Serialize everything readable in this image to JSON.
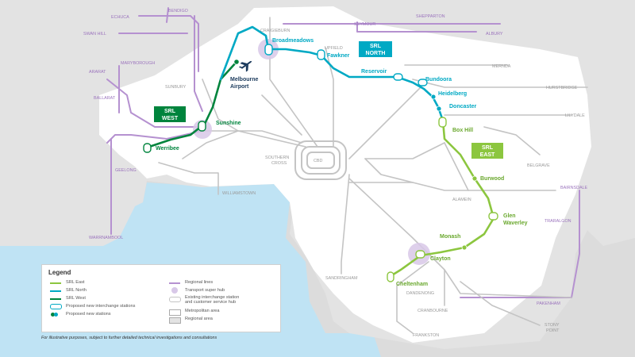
{
  "colors": {
    "srl_east": "#8cc63f",
    "srl_north": "#00a9c4",
    "srl_west": "#00843d",
    "regional": "#b591d0",
    "metro": "#c4c4c4",
    "water": "#bfe3f4",
    "metro_area": "#ffffff",
    "regional_area": "#e3e3e3"
  },
  "zone_labels": {
    "srl_west": [
      "SRL",
      "WEST"
    ],
    "srl_north": [
      "SRL",
      "NORTH"
    ],
    "srl_east": [
      "SRL",
      "EAST"
    ]
  },
  "stations": {
    "srl_west": [
      "Werribee",
      "Sunshine"
    ],
    "srl_north": [
      "Melbourne Airport",
      "Broadmeadows",
      "Fawkner",
      "Reservoir",
      "Bundoora",
      "Heidelberg",
      "Doncaster"
    ],
    "srl_east": [
      "Box Hill",
      "Burwood",
      "Glen Waverley",
      "Monash",
      "Clayton",
      "Cheltenham"
    ]
  },
  "airport_lines": [
    "Melbourne",
    "Airport"
  ],
  "glen_waverley_lines": [
    "Glen",
    "Waverley"
  ],
  "regional_places": [
    "ECHUCA",
    "BENDIGO",
    "SWAN HILL",
    "SEYMOUR",
    "SHEPPARTON",
    "ALBURY",
    "MARYBOROUGH",
    "ARARAT",
    "BALLARAT",
    "GEELONG",
    "WARRNAMBOOL",
    "BAIRNSDALE",
    "TRARALGON",
    "PAKENHAM"
  ],
  "metro_places": [
    "CRAIGIEBURN",
    "UPFIELD",
    "SUNBURY",
    "MERNDA",
    "HURSTBRIDGE",
    "LILYDALE",
    "BELGRAVE",
    "ALAMEIN",
    "CBD",
    "WILLIAMSTOWN",
    "SANDRINGHAM",
    "DANDENONG",
    "CRANBOURNE",
    "FRANKSTON"
  ],
  "southern_cross": [
    "SOUTHERN",
    "CROSS"
  ],
  "stony_point": [
    "STONY",
    "POINT"
  ],
  "legend": {
    "title": "Legend",
    "left": [
      "SRL East",
      "SRL North",
      "SRL West",
      "Proposed new interchange stations",
      "Proposed new stations"
    ],
    "right": [
      "Regional lines",
      "Transport super hub",
      "Existing interchange station",
      "and customer service hub",
      "Metropolitan area",
      "Regional area"
    ]
  },
  "footnote": "For illustrative purposes, subject to further detailed technical investigations and consultations"
}
